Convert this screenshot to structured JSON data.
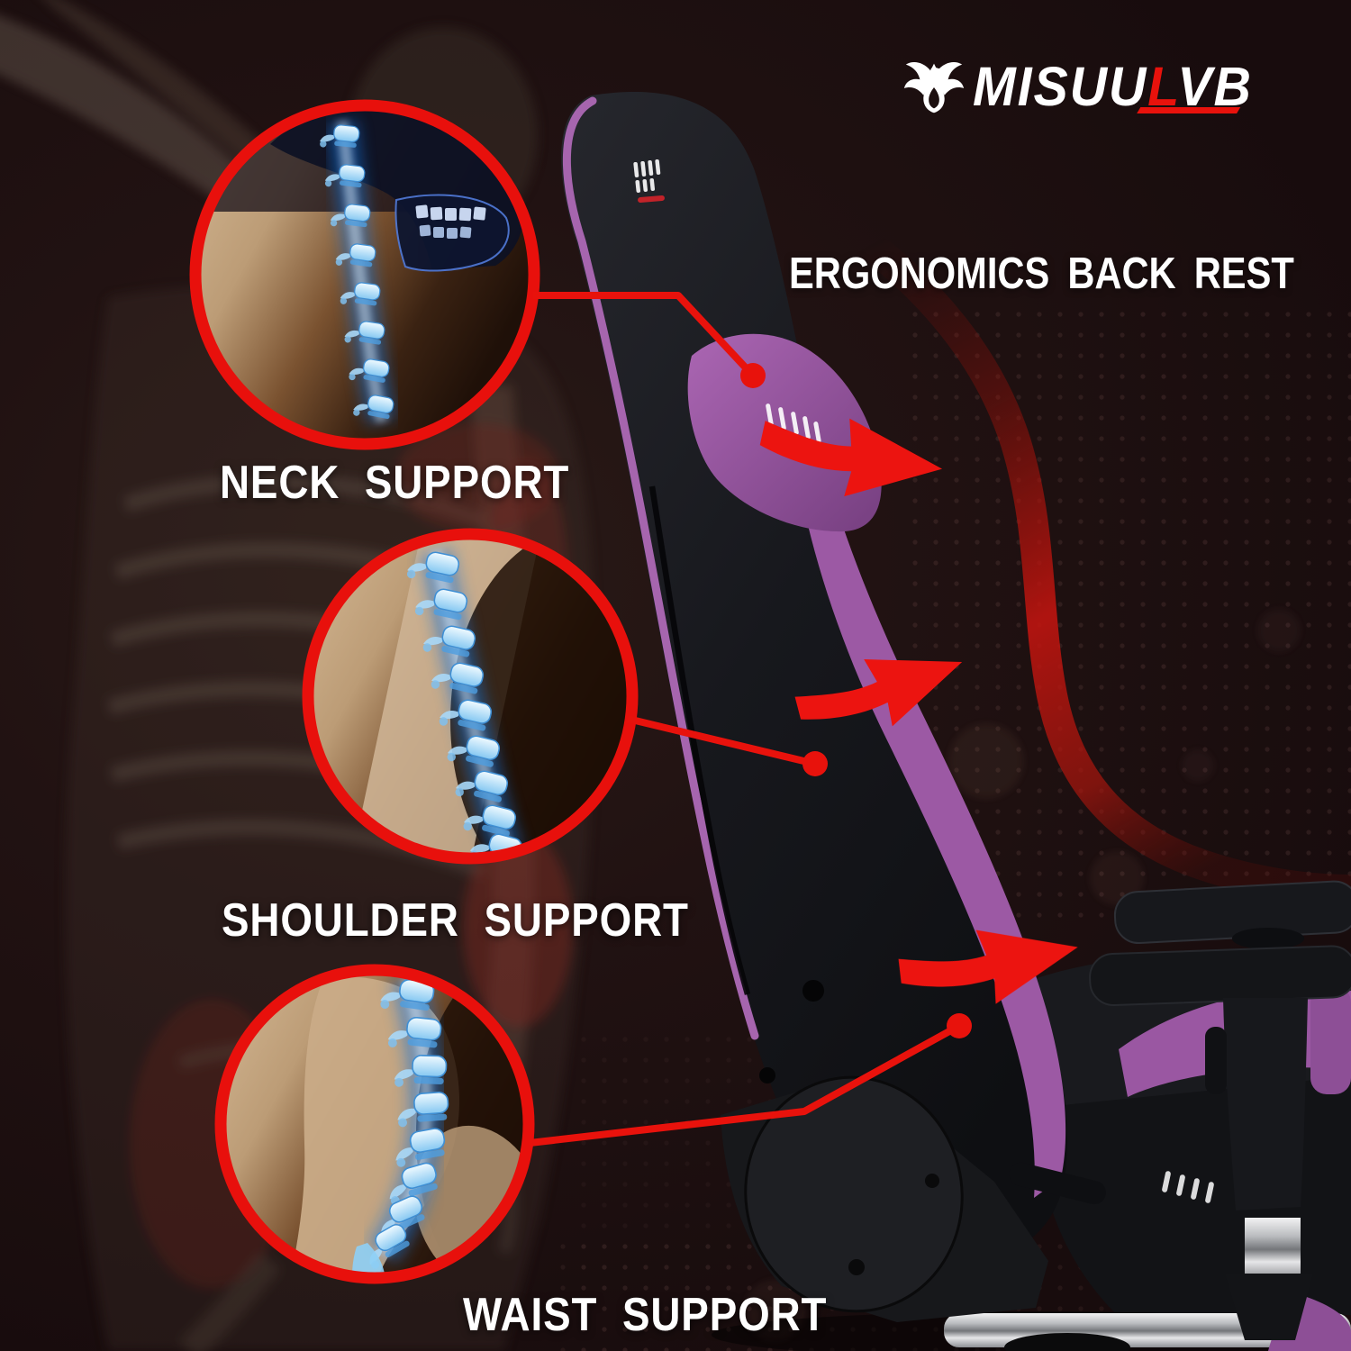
{
  "brand": {
    "logo_icon": "phoenix-icon",
    "name_prefix": "MISUU",
    "name_accent": "L",
    "name_suffix": "VB"
  },
  "headline": {
    "text": "ERGONOMICS BACK REST"
  },
  "callouts": {
    "neck": {
      "label": "NECK SUPPORT"
    },
    "shoulder": {
      "label": "SHOULDER SUPPORT"
    },
    "waist": {
      "label": "WAIST SUPPORT"
    }
  },
  "colors": {
    "accent_red": "#e8120c",
    "chair_trim_purple": "#9c59a4",
    "spine_glow_blue": "#7fccff",
    "background_dark": "#1c0f10",
    "text_white": "#ffffff"
  }
}
